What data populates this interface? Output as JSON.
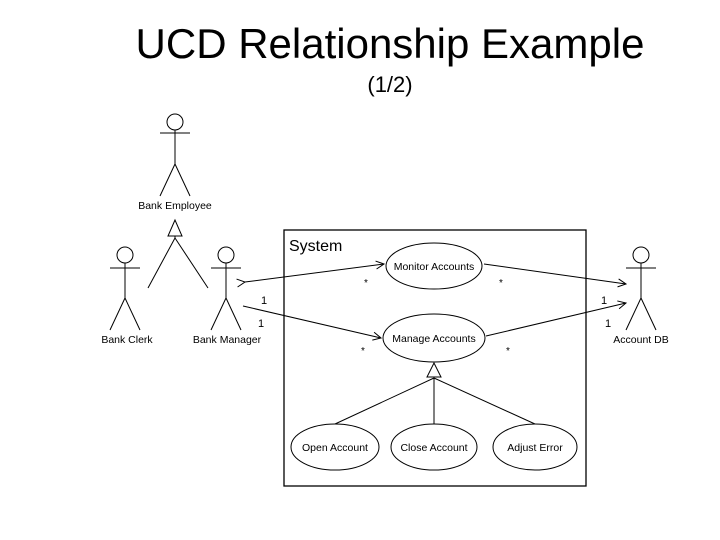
{
  "slide": {
    "title": "UCD Relationship Example",
    "subtitle": "(1/2)"
  },
  "diagram": {
    "system_label": "System",
    "actors": {
      "bank_employee": "Bank Employee",
      "bank_clerk": "Bank Clerk",
      "bank_manager": "Bank Manager",
      "account_db": "Account DB"
    },
    "use_cases": {
      "monitor_accounts": "Monitor Accounts",
      "manage_accounts": "Manage Accounts",
      "open_account": "Open Account",
      "close_account": "Close Account",
      "adjust_error": "Adjust Error"
    },
    "multiplicities": {
      "manager_upper": "1",
      "manager_lower": "1",
      "db_upper": "1",
      "db_lower": "1",
      "star": "*"
    }
  }
}
